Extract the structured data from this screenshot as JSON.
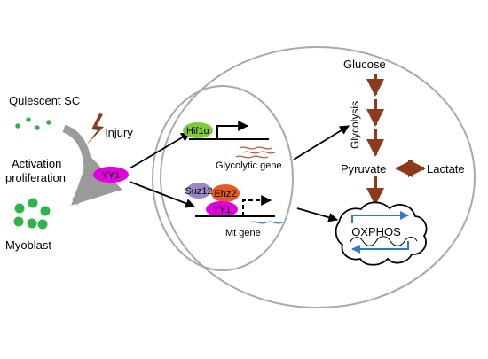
{
  "diagram": {
    "left": {
      "quiescent": "Quiescent SC",
      "injury": "Injury",
      "activation": "Activation",
      "proliferation": "proliferation",
      "myoblast": "Myoblast"
    },
    "nucleus": {
      "yy1_main": "YY1",
      "hif1a": "Hif1α",
      "glycolytic_gene": "Glycolytic gene",
      "suz12": "Suz12",
      "ehz2": "Ehz2",
      "yy1_complex": "YY1",
      "mt_gene": "Mt gene"
    },
    "metabolism": {
      "glucose": "Glucose",
      "glycolysis": "Glycolysis",
      "pyruvate": "Pyruvate",
      "lactate": "Lactate",
      "oxphos": "OXPHOS"
    },
    "colors": {
      "green_dots": "#2fb34a",
      "injury": "#8b3a1a",
      "brown_arrow": "#8b3a1a",
      "gray_arrow": "#999999",
      "yy1": "#e000e0",
      "hif1a": "#7ecb3a",
      "suz12": "#9b86c6",
      "ehz2": "#e35b22",
      "oxphos_blue": "#2f7ad1",
      "transcript_red": "#c0503a",
      "transcript_blue": "#2f7ad1"
    }
  }
}
